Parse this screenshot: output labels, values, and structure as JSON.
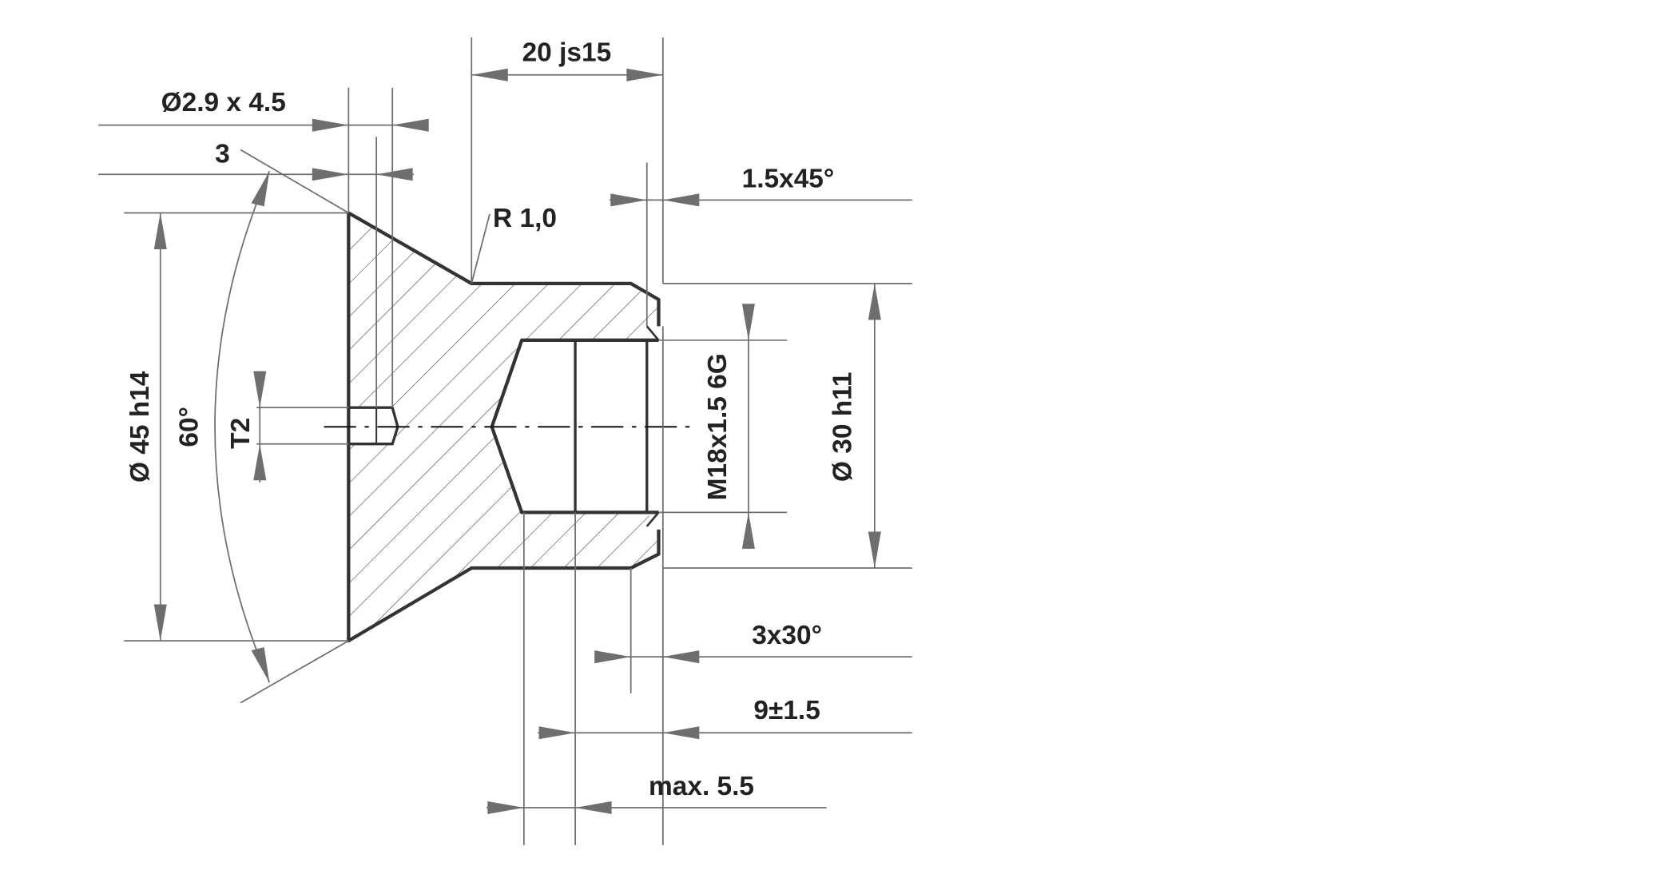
{
  "drawing": {
    "labels": {
      "hole": "Ø2.9 x 4.5",
      "width": "20 js15",
      "three": "3",
      "chamfer_top": "1.5x45°",
      "radius": "R 1,0",
      "dia45": "Ø 45 h14",
      "angle": "60°",
      "t2": "T2",
      "thread": "M18x1.5 6G",
      "dia30": "Ø 30 h11",
      "chamfer_bottom": "3x30°",
      "thread_depth": "9±1.5",
      "max_depth": "max. 5.5"
    },
    "colors": {
      "outline": "#333333",
      "dimension": "#6e6e6e"
    }
  }
}
